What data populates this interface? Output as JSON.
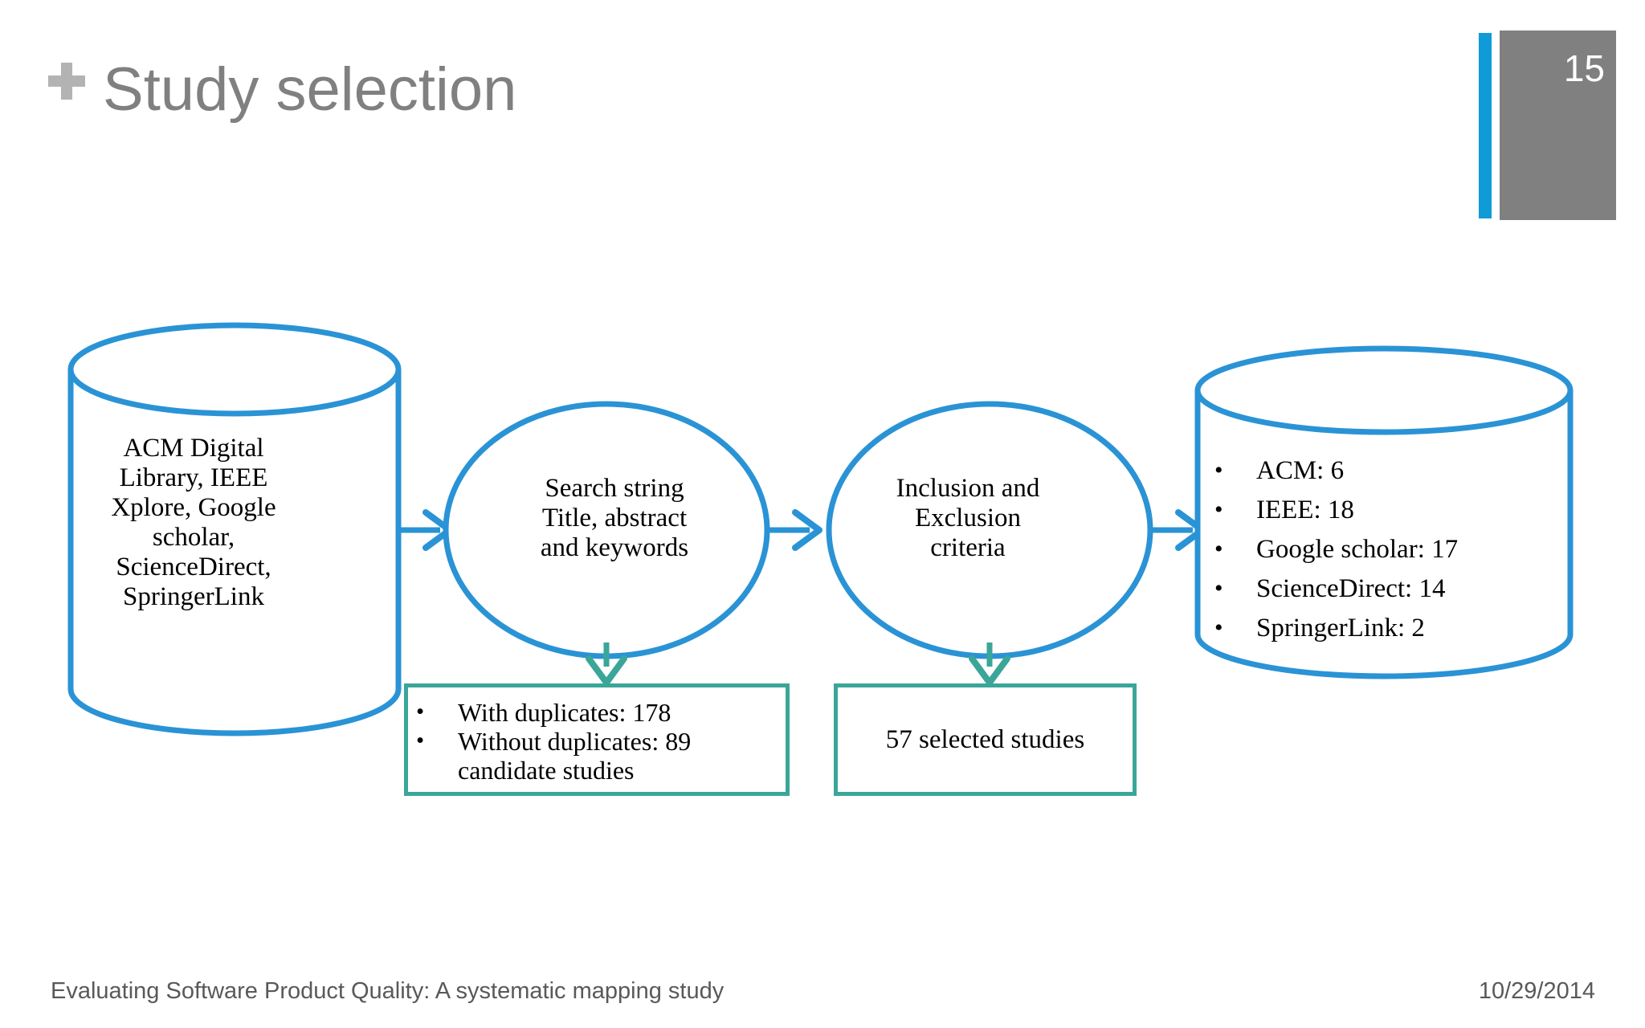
{
  "slide": {
    "title": "Study selection",
    "number": "15",
    "accent_blue": "#0f9bd7",
    "badge_gray": "#808080",
    "shape_blue": "#2a93d5",
    "shape_green": "#3aa699"
  },
  "diagram": {
    "sources_cylinder": {
      "lines": [
        "ACM Digital",
        "Library, IEEE",
        "Xplore,  Google",
        "scholar,",
        "ScienceDirect,",
        "SpringerLink"
      ]
    },
    "search_ellipse": {
      "lines": [
        "Search string",
        "Title, abstract",
        "and keywords"
      ]
    },
    "criteria_ellipse": {
      "lines": [
        "Inclusion and",
        "Exclusion",
        "criteria"
      ]
    },
    "results_cylinder": {
      "bullet": "•",
      "items": [
        "ACM: 6",
        "IEEE: 18",
        "Google scholar: 17",
        "ScienceDirect: 14",
        "SpringerLink: 2"
      ]
    },
    "duplicates_box": {
      "bullet": "•",
      "items": [
        "With duplicates: 178",
        "Without duplicates: 89"
      ],
      "continuation": "candidate studies"
    },
    "selected_box": {
      "text": "57 selected studies"
    }
  },
  "footer": {
    "title": "Evaluating Software Product Quality: A systematic mapping study",
    "date": "10/29/2014"
  }
}
